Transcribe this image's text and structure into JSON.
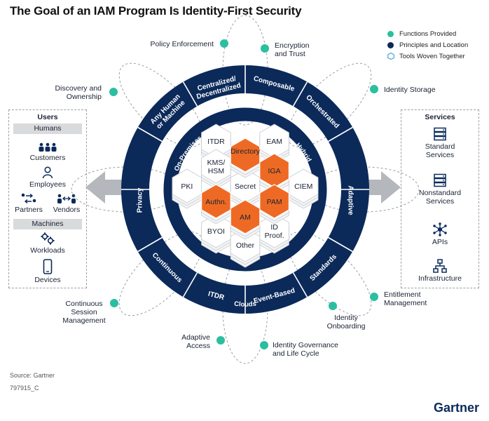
{
  "title": "The Goal of an IAM Program Is Identity-First Security",
  "legend": {
    "items": [
      {
        "label": "Functions Provided",
        "color": "#2bbfa0"
      },
      {
        "label": "Principles and Location",
        "color": "#0b2a5a"
      },
      {
        "label": "Tools Woven Together",
        "color": "#3aa0d8"
      }
    ]
  },
  "users": {
    "title": "Users",
    "humans_label": "Humans",
    "machines_label": "Machines",
    "customers": "Customers",
    "employees": "Employees",
    "partners": "Partners",
    "vendors": "Vendors",
    "workloads": "Workloads",
    "devices": "Devices"
  },
  "services": {
    "title": "Services",
    "standard": [
      "Standard",
      "Services"
    ],
    "nonstandard": [
      "Nonstandard",
      "Services"
    ],
    "apis": "APIs",
    "infrastructure": "Infrastructure"
  },
  "outer_ring": [
    "Centralized/",
    "Decentralized",
    "Composable",
    "Orchestrated",
    "Adaptive",
    "Standards",
    "Event-Based",
    "ITDR",
    "Continuous",
    "Privacy",
    "Any Human",
    "or Machine"
  ],
  "inner_ring": {
    "on_premises": "On-Premises",
    "hybrid": "Hybrid",
    "clouds": "Clouds"
  },
  "hexes": [
    "ITDR",
    "EAM",
    "Directory",
    "KMS/",
    "HSM",
    "IGA",
    "PKI",
    "Secret",
    "CIEM",
    "Authn.",
    "PAM",
    "AM",
    "BYOI",
    "ID",
    "Proof.",
    "Other"
  ],
  "functions": {
    "policy_enforcement": "Policy Enforcement",
    "encryption": [
      "Encryption",
      "and Trust"
    ],
    "discovery": [
      "Discovery and",
      "Ownership"
    ],
    "identity_storage": "Identity Storage",
    "continuous_session": [
      "Continuous",
      "Session",
      "Management"
    ],
    "entitlement": [
      "Entitlement",
      "Management"
    ],
    "identity_onboarding": [
      "Identity",
      "Onboarding"
    ],
    "adaptive_access": [
      "Adaptive",
      "Access"
    ],
    "governance": [
      "Identity Governance",
      "and Life Cycle"
    ]
  },
  "colors": {
    "navy": "#0b2a5a",
    "teal": "#2bbfa0",
    "orange": "#ee6a24",
    "arrow": "#b4b7bb"
  },
  "source": "Source: Gartner",
  "code": "797915_C",
  "brand": "Gartner"
}
